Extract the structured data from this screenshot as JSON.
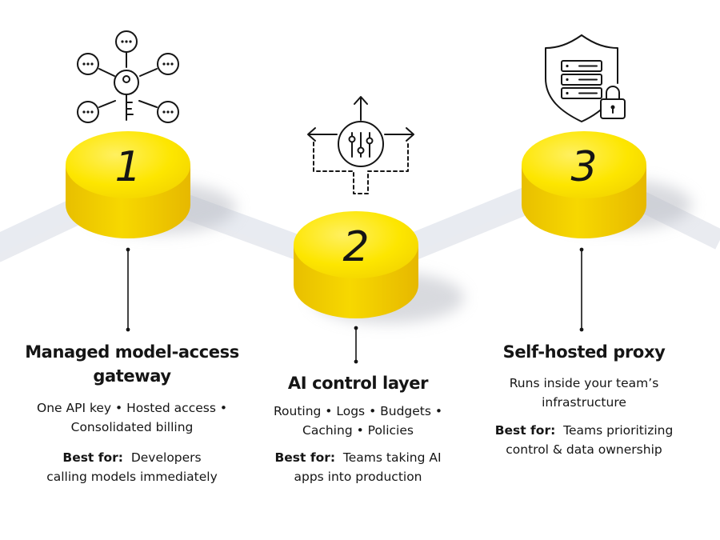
{
  "steps": [
    {
      "number": "1",
      "icon": "key-network-icon",
      "title_line1": "Managed model-access",
      "title_line2": "gateway",
      "desc_line1": "One API key • Hosted access •",
      "desc_line2": "Consolidated billing",
      "best_label": "Best for:",
      "best_line1": "Developers",
      "best_line2": "calling models immediately"
    },
    {
      "number": "2",
      "icon": "control-sliders-icon",
      "title_line1": "AI control layer",
      "desc_line1": "Routing • Logs • Budgets •",
      "desc_line2": "Caching • Policies",
      "best_label": "Best for:",
      "best_line1": "Teams taking AI",
      "best_line2": "apps into production"
    },
    {
      "number": "3",
      "icon": "shield-server-lock-icon",
      "title_line1": "Self-hosted proxy",
      "desc_line1": "Runs inside your team’s",
      "desc_line2": "infrastructure",
      "best_label": "Best for:",
      "best_line1": "Teams prioritizing",
      "best_line2": "control & data ownership"
    }
  ],
  "colors": {
    "disc_top": "#fde600",
    "disc_side": "#f0c800",
    "path": "#e4e7ee",
    "ink": "#151515"
  }
}
